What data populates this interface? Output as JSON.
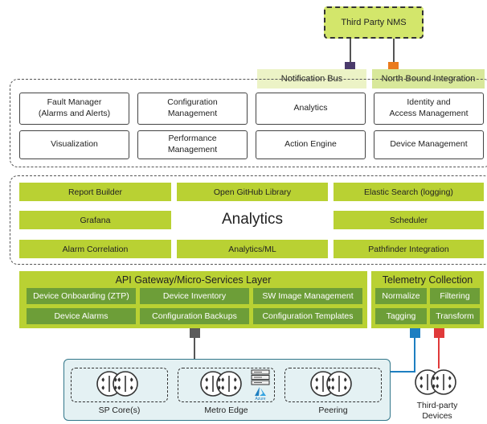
{
  "nms": {
    "label": "Third Party NMS"
  },
  "bus": {
    "notification": "Notification Bus",
    "northbound": "North Bound Integration"
  },
  "modules": [
    "Fault Manager\n(Alarms and Alerts)",
    "Configuration\nManagement",
    "Analytics",
    "Identity and\nAccess Management",
    "Visualization",
    "Performance\nManagement",
    "Action Engine",
    "Device Management"
  ],
  "analytics": {
    "center": "Analytics",
    "tiles": [
      "Report Builder",
      "Open GitHub Library",
      "Elastic Search (logging)",
      "Grafana",
      "Scheduler",
      "Alarm Correlation",
      "Analytics/ML",
      "Pathfinder Integration"
    ]
  },
  "api": {
    "title": "API Gateway/Micro-Services Layer",
    "cells": [
      "Device Onboarding (ZTP)",
      "Device Inventory",
      "SW Image Management",
      "Device Alarms",
      "Configuration Backups",
      "Configuration Templates"
    ]
  },
  "telemetry": {
    "title": "Telemetry Collection",
    "cells": [
      "Normalize",
      "Filtering",
      "Tagging",
      "Transform"
    ]
  },
  "network": {
    "groups": [
      "SP Core(s)",
      "Metro Edge",
      "Peering"
    ],
    "azure_label": "Azure",
    "third_party": "Third-party\nDevices"
  },
  "colors": {
    "green_light": "#b9d133",
    "green_dark": "#6d9e38",
    "purple_link": "#4a3a6b",
    "orange_link": "#ea7a1c",
    "blue_link": "#1e7fc1",
    "red_link": "#e03a3a",
    "network_bg": "#e4f1f3"
  }
}
